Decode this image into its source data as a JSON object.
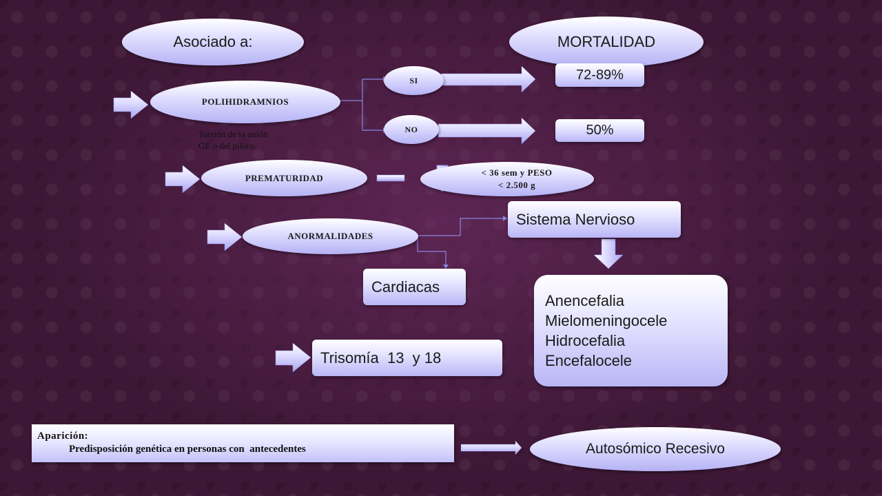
{
  "header": {
    "associated": "Asociado a:",
    "mortality": "MORTALIDAD"
  },
  "nodes": {
    "polihidramnios": "POLIHIDRAMNIOS",
    "si": "SI",
    "no": "NO",
    "rate_si": "72-89%",
    "rate_no": "50%",
    "torsion_line1": "Torsión de la unión",
    "torsion_line2": "GE o del píloro.",
    "prematuridad": "PREMATURIDAD",
    "prem_line1": "< 36 sem y PESO",
    "prem_line2": "< 2.500 g",
    "anormalidades": "ANORMALIDADES",
    "sistema_nervioso": "Sistema Nervioso",
    "cardiacas": "Cardiacas",
    "nervous_list": [
      "Anencefalia",
      "Mielomeningocele",
      "Hidrocefalia",
      "Encefalocele"
    ],
    "trisomia": "Trisomía  13  y 18"
  },
  "footer": {
    "aparicion_label": "Aparición:",
    "aparicion_text": "Predisposición genética en personas con  antecedentes",
    "autosomico": "Autosómico Recesivo"
  },
  "colors": {
    "node_top": "#ffffff",
    "node_bottom": "#b5b2f5",
    "connector": "#8a85e0",
    "background": "#3d1735"
  }
}
